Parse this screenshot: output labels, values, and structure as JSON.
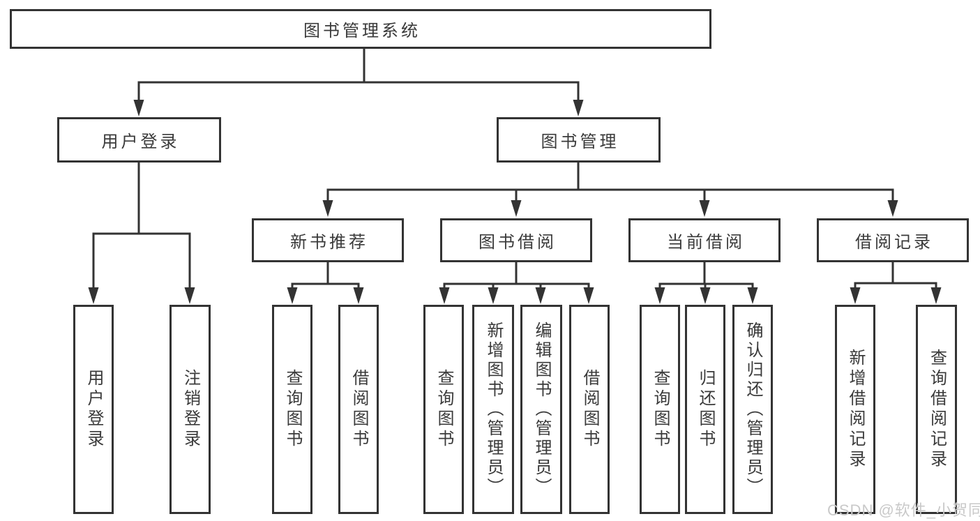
{
  "diagram_type": "hierarchy-tree",
  "colors": {
    "line": "#333333",
    "border": "#333333",
    "text": "#3a3a3a",
    "watermark": "#c9c9c9",
    "background": "#ffffff"
  },
  "nodes": {
    "root": "图书管理系统",
    "l2": {
      "user_login": "用户登录",
      "book_mgmt": "图书管理"
    },
    "l3": {
      "new_book_rec": "新书推荐",
      "book_borrow": "图书借阅",
      "current_borrow": "当前借阅",
      "borrow_record": "借阅记录"
    },
    "leaves": {
      "user_login": "用户登录",
      "logout": "注销登录",
      "rec_query_book": "查询图书",
      "rec_borrow_book": "借阅图书",
      "bor_query_book": "查询图书",
      "bor_add_book": "新增图书（管理员）",
      "bor_edit_book": "编辑图书（管理员）",
      "bor_borrow_book": "借阅图书",
      "cur_query_book": "查询图书",
      "cur_return_book": "归还图书",
      "cur_confirm_return": "确认归还（管理员）",
      "log_add_record": "新增借阅记录",
      "log_query_record": "查询借阅记录"
    }
  },
  "hierarchy": {
    "图书管理系统": [
      "用户登录",
      "图书管理"
    ],
    "用户登录": [
      "用户登录",
      "注销登录"
    ],
    "图书管理": [
      "新书推荐",
      "图书借阅",
      "当前借阅",
      "借阅记录"
    ],
    "新书推荐": [
      "查询图书",
      "借阅图书"
    ],
    "图书借阅": [
      "查询图书",
      "新增图书（管理员）",
      "编辑图书（管理员）",
      "借阅图书"
    ],
    "当前借阅": [
      "查询图书",
      "归还图书",
      "确认归还（管理员）"
    ],
    "借阅记录": [
      "新增借阅记录",
      "查询借阅记录"
    ]
  },
  "watermark": {
    "text": "CSDN @软件_小贺同学"
  }
}
